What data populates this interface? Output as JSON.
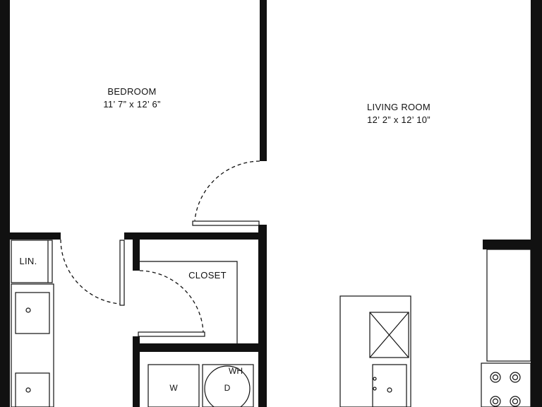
{
  "rooms": {
    "bedroom": {
      "name": "BEDROOM",
      "dimensions": "11’ 7” x 12’ 6”"
    },
    "living_room": {
      "name": "LIVING ROOM",
      "dimensions": "12’ 2” x 12’ 10”"
    },
    "closet": {
      "name": "CLOSET"
    },
    "linen": {
      "name": "LIN."
    }
  },
  "appliances": {
    "washer": "W",
    "dryer": "D",
    "water_heater": "WH"
  }
}
